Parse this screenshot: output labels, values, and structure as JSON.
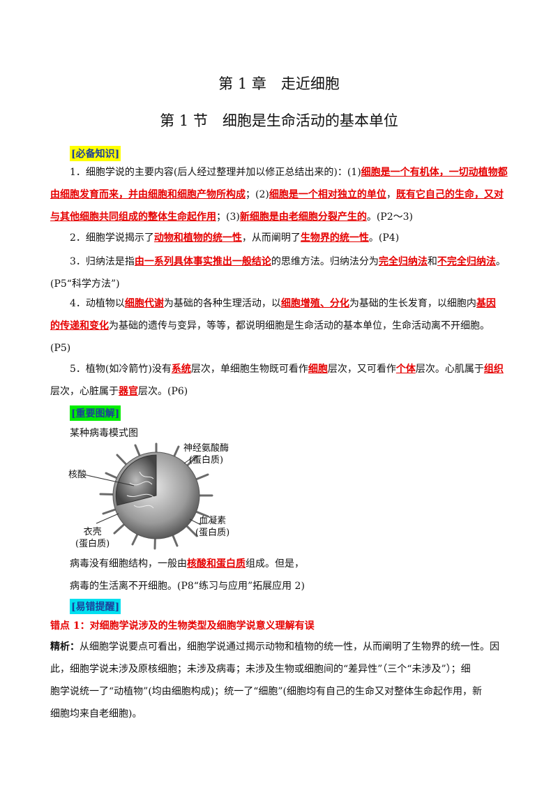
{
  "chapter_title": "第 1 章　走近细胞",
  "section_title": "第 1 节　细胞是生命活动的基本单位",
  "tags": {
    "essential": "[必备知识]",
    "diagram": "[重要图解]",
    "mistake": "[易错提醒]"
  },
  "p1": {
    "l1a": "1．细胞学说的主要内容(后人经过整理并加以修正总结出来的)：(1)",
    "l1b": "细胞是一个有机体，一切动植物都",
    "l2a": "由细胞发育而来，并由细胞和细胞产物所构成",
    "l2b": "；(2)",
    "l2c": "细胞是一个相对独立的单位",
    "l2d": "，",
    "l2e": "既有它自己的生命，又对",
    "l3a": "与其他细胞共同组成的整体生命起作用",
    "l3b": "；(3)",
    "l3c": "新细胞是由老细胞分裂产生的",
    "l3d": "。(P2～3)"
  },
  "p2": {
    "a": "2．细胞学说揭示了",
    "b": "动物和植物的统一性",
    "c": "，从而阐明了",
    "d": "生物界的统一性",
    "e": "。(P4)"
  },
  "p3": {
    "a": "3．归纳法是指",
    "b": "由一系列具体事实推出一般结论",
    "c": "的思维方法。归纳法分为",
    "d": "完全归纳法",
    "e": "和",
    "f": "不完全归纳法",
    "g": "。",
    "l2": "(P5“科学方法”)"
  },
  "p4": {
    "a": "4．动植物以",
    "b": "细胞代谢",
    "c": "为基础的各种生理活动，以",
    "d": "细胞增殖、分化",
    "e": "为基础的生长发育，以细胞内",
    "f": "基因",
    "g": "的传递和变化",
    "h": "为基础的遗传与变异，等等，都说明细胞是生命活动的基本单位，生命活动离不开细胞。",
    "l3": "(P5)"
  },
  "p5": {
    "a": "5．植物(如冷箭竹)没有",
    "b": "系统",
    "c": "层次，单细胞生物既可看作",
    "d": "细胞",
    "e": "层次，又可看作",
    "f": "个体",
    "g": "层次。心肌属于",
    "h": "组织",
    "i": "层次，心脏属于",
    "j": "器官",
    "k": "层次。(P6)"
  },
  "diagram": {
    "caption": "某种病毒模式图",
    "labels": {
      "enzyme_1": "神经氨酸酶",
      "enzyme_2": "(蛋白质)",
      "nucleic_acid": "核酸",
      "hemagglutinin_1": "血凝素",
      "hemagglutinin_2": "(蛋白质)",
      "capsid_1": "衣壳",
      "capsid_2": "(蛋白质)"
    },
    "text1a": "病毒没有细胞结构，一般由",
    "text1b": "核酸和蛋白质",
    "text1c": "组成。但是，",
    "text2": "病毒的生活离不开细胞。(P8“练习与应用”拓展应用 2)"
  },
  "mistake": {
    "title": "错点 1：对细胞学说涉及的生物类型及细胞学说意义理解有误",
    "label": "精析：",
    "l1": "从细胞学说要点可看出，细胞学说通过揭示动物和植物的统一性，从而阐明了生物界的统一性。因",
    "l2": "此，细胞学说未涉及原核细胞；未涉及病毒；未涉及生物或细胞间的“差异性”（三个“未涉及”）；细",
    "l3": "胞学说统一了“动植物”(均由细胞构成)；统一了“细胞”(细胞均有自己的生命又对整体生命起作用，新",
    "l4": "细胞均来自老细胞)。"
  }
}
